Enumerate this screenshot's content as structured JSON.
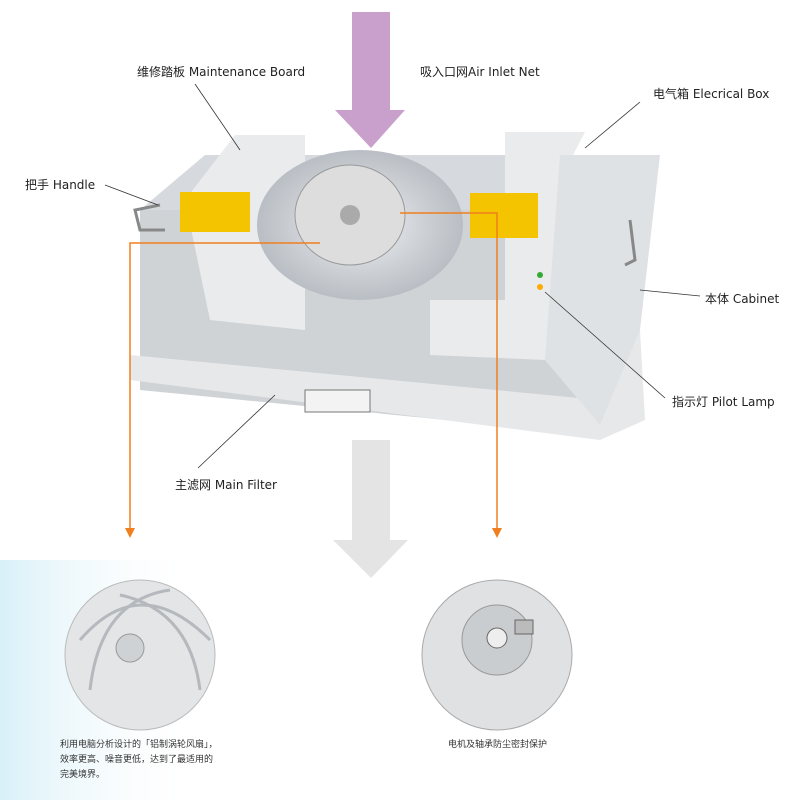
{
  "labels": {
    "maintenance_board": "维修踏板  Maintenance Board",
    "air_inlet_net": "吸入口网Air Inlet Net",
    "electrical_box": "电气箱  Elecrical Box",
    "handle": "把手  Handle",
    "cabinet": "本体  Cabinet",
    "pilot_lamp": "指示灯  Pilot Lamp",
    "main_filter": "主滤网 Main Filter"
  },
  "captions": {
    "fan_line1": "利用电脑分析设计的「铝制涡轮风扇」，",
    "fan_line2": "效率更高、噪音更低，达到了最适用的",
    "fan_line3": "完美境界。",
    "motor": "电机及轴承防尘密封保护"
  },
  "colors": {
    "inlet_arrow": "#c9a0cc",
    "outlet_arrow": "#e4e4e4",
    "callout": "#f07f1f",
    "sticker": "#f5c400"
  }
}
